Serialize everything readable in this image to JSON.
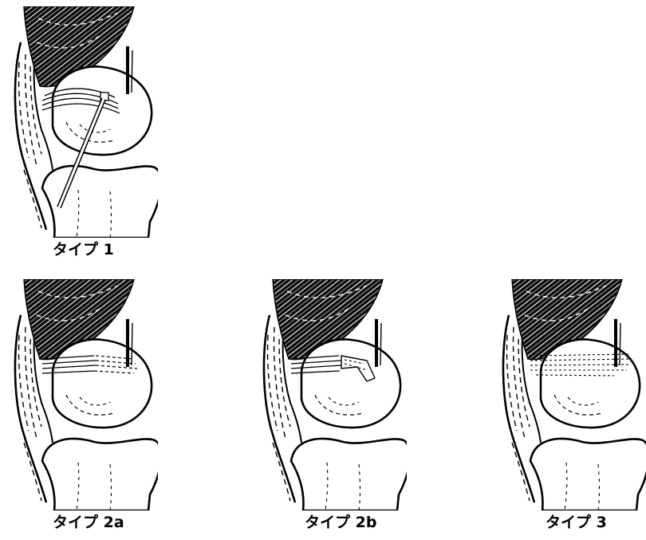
{
  "figures": [
    {
      "id": "type-1",
      "caption": "タイプ 1"
    },
    {
      "id": "type-2a",
      "caption": "タイプ 2a"
    },
    {
      "id": "type-2b",
      "caption": "タイプ 2b"
    },
    {
      "id": "type-3",
      "caption": "タイプ 3"
    }
  ],
  "colors": {
    "ink": "#000000",
    "paper": "#ffffff"
  }
}
